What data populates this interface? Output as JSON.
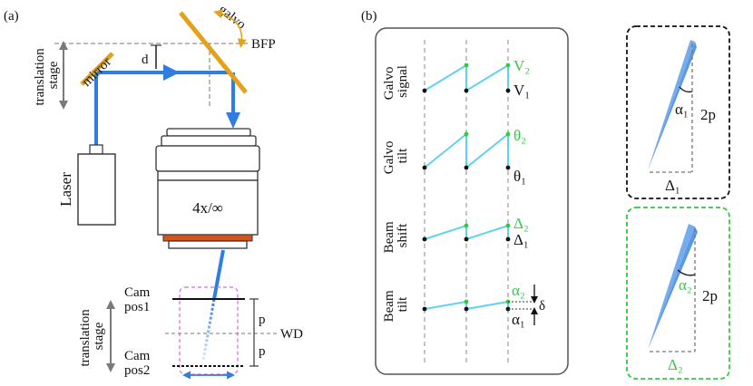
{
  "panel_a": {
    "label": "(a)",
    "galvo": "galvo",
    "bfp": "BFP",
    "mirror": "mirror",
    "d": "d",
    "stage_top": [
      "translation",
      "stage"
    ],
    "laser": "Laser",
    "objective": "4x/∞",
    "cam1": [
      "Cam",
      "pos1"
    ],
    "cam2": [
      "Cam",
      "pos2"
    ],
    "p_upper": "p",
    "p_lower": "p",
    "wd": "WD",
    "stage_bottom": [
      "translation",
      "stage"
    ]
  },
  "panel_b": {
    "label": "(b)",
    "rows": [
      {
        "name": [
          "Galvo",
          "signal"
        ],
        "upper": "V₂",
        "lower": "V₁"
      },
      {
        "name": [
          "Galvo",
          "tilt"
        ],
        "upper": "θ₂",
        "lower": "θ₁"
      },
      {
        "name": [
          "Beam",
          "shift"
        ],
        "upper": "Δ₂",
        "lower": "Δ₁"
      },
      {
        "name": [
          "Beam",
          "tilt"
        ],
        "upper": "α₂",
        "lower": "α₁",
        "extra": "δ"
      }
    ]
  },
  "insets": {
    "black": {
      "alpha": "α₁",
      "height": "2p",
      "delta": "Δ₁"
    },
    "green": {
      "alpha": "α₂",
      "height": "2p",
      "delta": "Δ₂"
    }
  },
  "colors": {
    "beam": "#2f7de1",
    "mirror": "#e3a21a",
    "signal": "#5fd3ec",
    "accent_green": "#2ecc40",
    "lens_band": "#d4541e",
    "dash_box": "#dd66dd"
  }
}
